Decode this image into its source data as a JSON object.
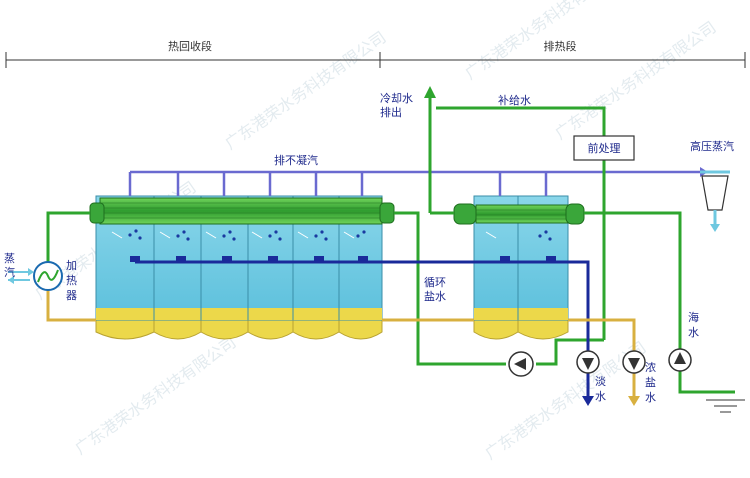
{
  "sections": {
    "heat_recovery": "热回收段",
    "heat_rejection": "排热段"
  },
  "labels": {
    "steam": "蒸汽",
    "heater": "加热器",
    "noncondensable": "排不凝汽",
    "cooling_water_out": "冷却水排出",
    "makeup_water": "补给水",
    "pretreatment": "前处理",
    "hp_steam": "高压蒸汽",
    "circ_brine": "循环盐水",
    "fresh_water": "淡水",
    "brine": "浓盐水",
    "seawater": "海水"
  },
  "watermark": "广东港荣水务科技有限公司",
  "colors": {
    "green_pipe": "#2ea52e",
    "blue_pipe": "#1a2a9a",
    "purple_pipe": "#6a6ad0",
    "yellow_pipe": "#d8b040",
    "tank": "#7fd0e6",
    "brine_bottom": "#ecd84a"
  }
}
